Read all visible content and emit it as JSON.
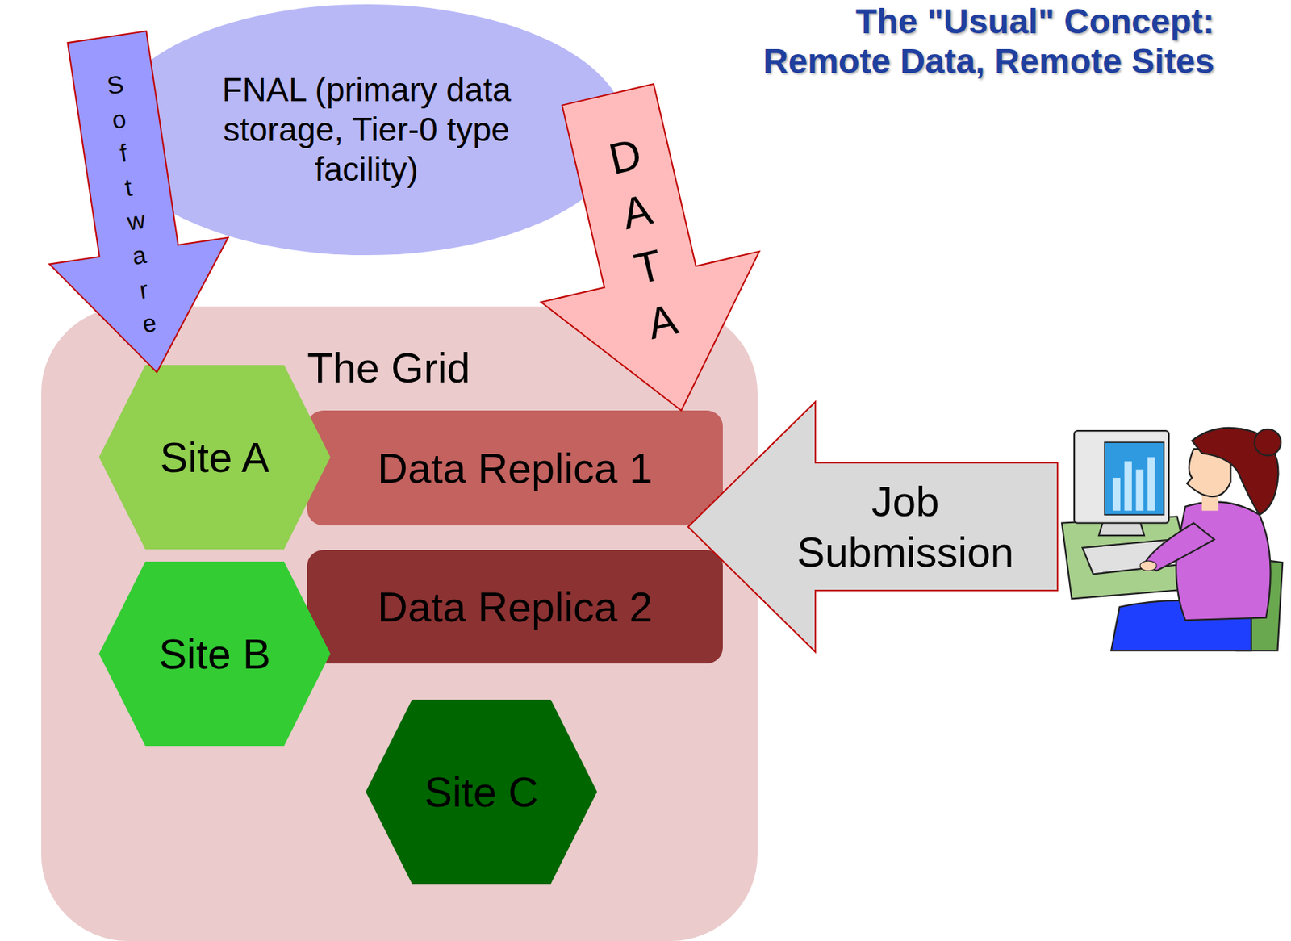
{
  "diagram": {
    "title": "The \"Usual\" Concept: Remote Data, Remote Sites",
    "nodes": [
      {
        "text": [
          "FNAL (primary data storage, Tier-0 type facility)"
        ]
      },
      {
        "text": [
          "The Grid"
        ]
      },
      {
        "text": [
          "Site A"
        ],
        "in": 1
      },
      {
        "text": [
          "Data Replica 1"
        ],
        "in": 1
      },
      {
        "text": [
          "Site B"
        ],
        "in": 1
      },
      {
        "text": [
          "Data Replica 2"
        ],
        "in": 1
      },
      {
        "text": [
          "Site C"
        ],
        "in": 1
      },
      {
        "text": [
          "Job Submission"
        ]
      }
    ],
    "edges": [
      {
        "from": 0,
        "to": 2,
        "arrow": "to",
        "label": "Software"
      },
      {
        "from": 0,
        "to": 3,
        "arrow": "to",
        "label": "DATA"
      }
    ]
  }
}
